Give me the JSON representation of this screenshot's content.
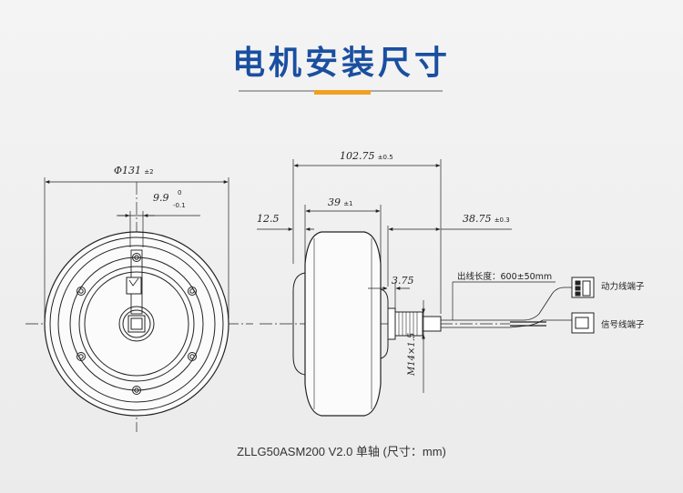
{
  "header": {
    "title": "电机安装尺寸"
  },
  "front_view": {
    "diameter_value": "Φ131",
    "diameter_tol": "±2",
    "offset_value": "9.9",
    "offset_tol_upper": "0",
    "offset_tol_lower": "-0.1"
  },
  "side_view": {
    "overall_value": "102.75",
    "overall_tol": "±0.5",
    "tire_width_value": "39",
    "tire_width_tol": "±1",
    "hub_offset_value": "12.5",
    "shaft_length_value": "38.75",
    "shaft_length_tol": "±0.3",
    "shoulder_value": "3.75",
    "thread_label": "M14×1.5",
    "wire_length_label": "出线长度：600±50mm",
    "power_connector_label": "动力线端子",
    "signal_connector_label": "信号线端子"
  },
  "caption": "ZLLG50ASM200 V2.0 单轴 (尺寸：mm)"
}
